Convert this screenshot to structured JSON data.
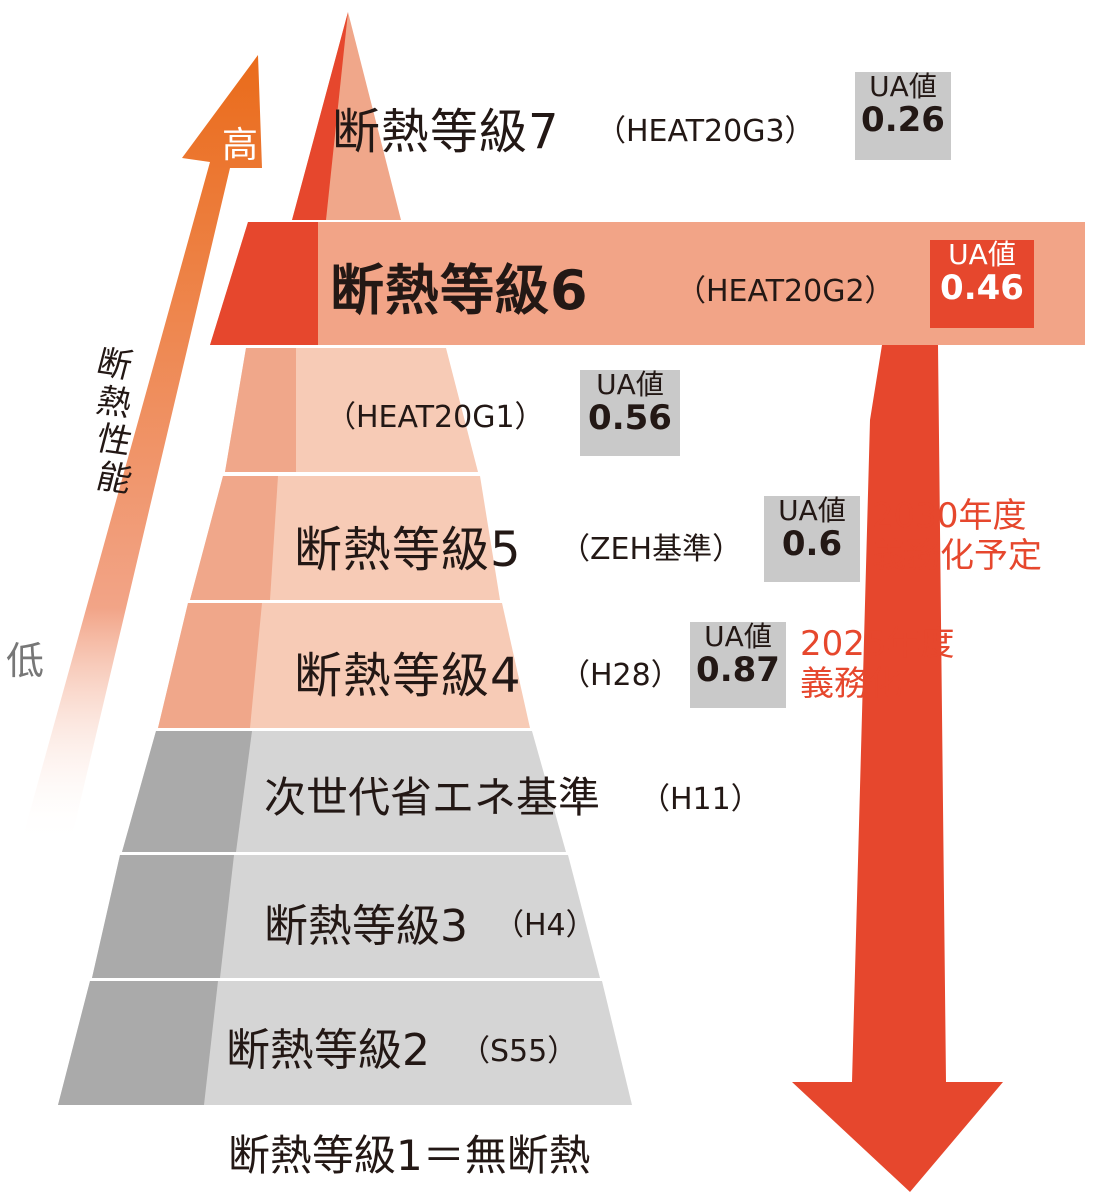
{
  "colors": {
    "accent_red": "#e6472d",
    "salmon": "#f0a78a",
    "light_salmon": "#f7cbb6",
    "band6": "#f2a487",
    "dark_gray": "#aaaaaa",
    "light_gray": "#d5d5d5",
    "ua_box_gray": "#c9c9c9",
    "axis_orange": "#ea6b1a"
  },
  "axis": {
    "label": "断熱性能",
    "high": "高",
    "low": "低"
  },
  "levels": [
    {
      "name": "断熱等級7",
      "sub": "（HEAT20G3）",
      "ua_label": "UA値",
      "ua_value": "0.26"
    },
    {
      "name": "断熱等級6",
      "sub": "（HEAT20G2）",
      "ua_label": "UA値",
      "ua_value": "0.46"
    },
    {
      "name": "",
      "sub": "（HEAT20G1）",
      "ua_label": "UA値",
      "ua_value": "0.56"
    },
    {
      "name": "断熱等級5",
      "sub": "（ZEH基準）",
      "ua_label": "UA値",
      "ua_value": "0.6",
      "note1": "2030年度",
      "note2": "義務化予定"
    },
    {
      "name": "断熱等級4",
      "sub": "（H28）",
      "ua_label": "UA値",
      "ua_value": "0.87",
      "note1": "2025年度",
      "note2": "義務化"
    },
    {
      "name": "次世代省エネ基準",
      "sub": "（H11）"
    },
    {
      "name": "断熱等級3",
      "sub": "（H4）"
    },
    {
      "name": "断熱等級2",
      "sub": "（S55）"
    }
  ],
  "base_label": "断熱等級1＝無断熱"
}
